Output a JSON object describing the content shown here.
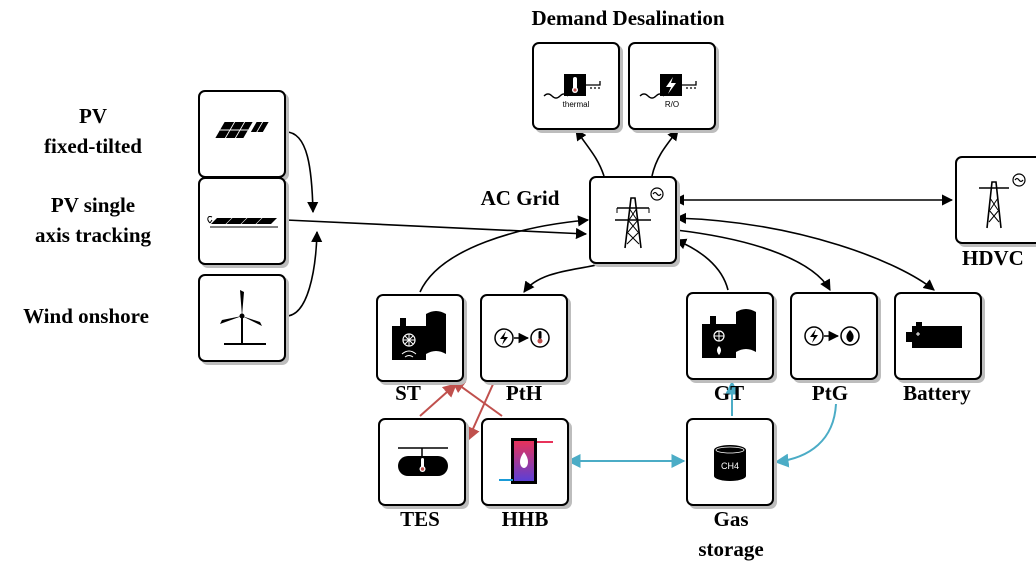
{
  "title": "Demand Desalination",
  "ac_grid_label": "AC Grid",
  "inputs": [
    {
      "name": "pv-fixed",
      "lines": [
        "PV",
        "fixed-tilted"
      ]
    },
    {
      "name": "pv-tracking",
      "lines": [
        "PV single",
        "axis tracking"
      ]
    },
    {
      "name": "wind",
      "lines": [
        "Wind onshore"
      ]
    }
  ],
  "desalination": {
    "thermal_text": "thermal",
    "ro_text": "R/O"
  },
  "units": {
    "hdvc": "HDVC",
    "st": "ST",
    "pth": "PtH",
    "gt": "GT",
    "ptg": "PtG",
    "battery": "Battery",
    "tes": "TES",
    "hhb": "HHB",
    "gas_storage": [
      "Gas",
      "storage"
    ]
  },
  "icon_text": {
    "ch4": "CH4"
  },
  "colors": {
    "thermal_flow": "#c0504d",
    "gas_flow": "#4bacc6",
    "electric_flow": "#000000",
    "hhb_hot": "#e8325a",
    "hhb_cold": "#1a9bd7",
    "flame_gradient_top": "#e8325a",
    "flame_gradient_bottom": "#5b3fd6"
  }
}
